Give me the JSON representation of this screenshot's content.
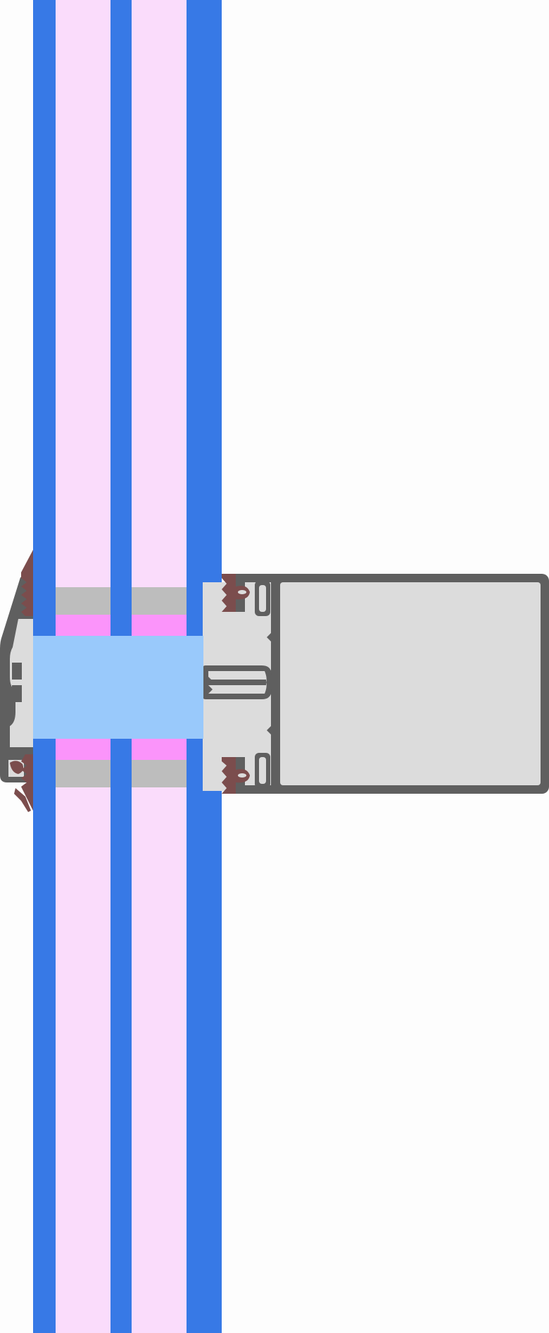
{
  "colors": {
    "background": "#fdfdfd",
    "glass": "#3779e6",
    "cavity": "#fadcfb",
    "spacer": "#bdbdbd",
    "desiccant": "#fb94fa",
    "thermal_block": "#99c9fb",
    "aluminum_outline": "#5f5f5f",
    "aluminum_fill": "#dcdcdc",
    "gasket": "#7b4d4d"
  },
  "components": {
    "glass_panes": [
      "outer-pane",
      "middle-pane",
      "inner-pane"
    ],
    "cavities": 2,
    "gaskets": [
      "exterior-top",
      "exterior-bottom",
      "interior-top",
      "interior-bottom"
    ],
    "profile": "mullion-section"
  }
}
